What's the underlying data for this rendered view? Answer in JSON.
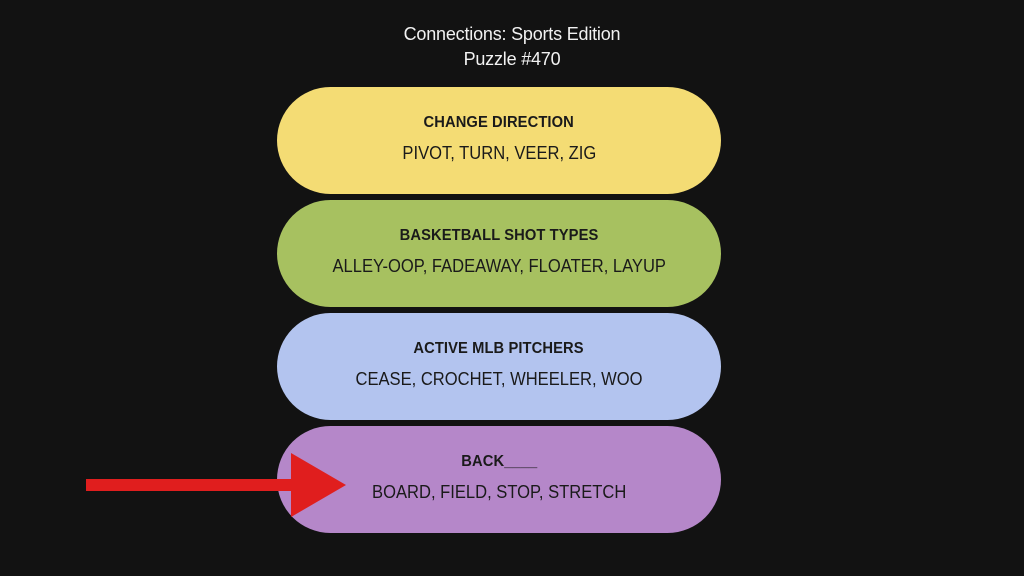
{
  "header": {
    "title": "Connections: Sports Edition",
    "puzzle": "Puzzle #470"
  },
  "groups": [
    {
      "title": "CHANGE DIRECTION",
      "members": "PIVOT, TURN, VEER, ZIG",
      "color": "#f4dc74"
    },
    {
      "title": "BASKETBALL SHOT TYPES",
      "members": "ALLEY-OOP, FADEAWAY, FLOATER, LAYUP",
      "color": "#a7c160"
    },
    {
      "title": "ACTIVE MLB PITCHERS",
      "members": "CEASE, CROCHET, WHEELER, WOO",
      "color": "#b3c4ef"
    },
    {
      "title": "BACK____",
      "members": "BOARD, FIELD, STOP, STRETCH",
      "color": "#b587c9"
    }
  ],
  "annotation": {
    "arrow_color": "#e01e1e",
    "points_to": "groups.3"
  }
}
